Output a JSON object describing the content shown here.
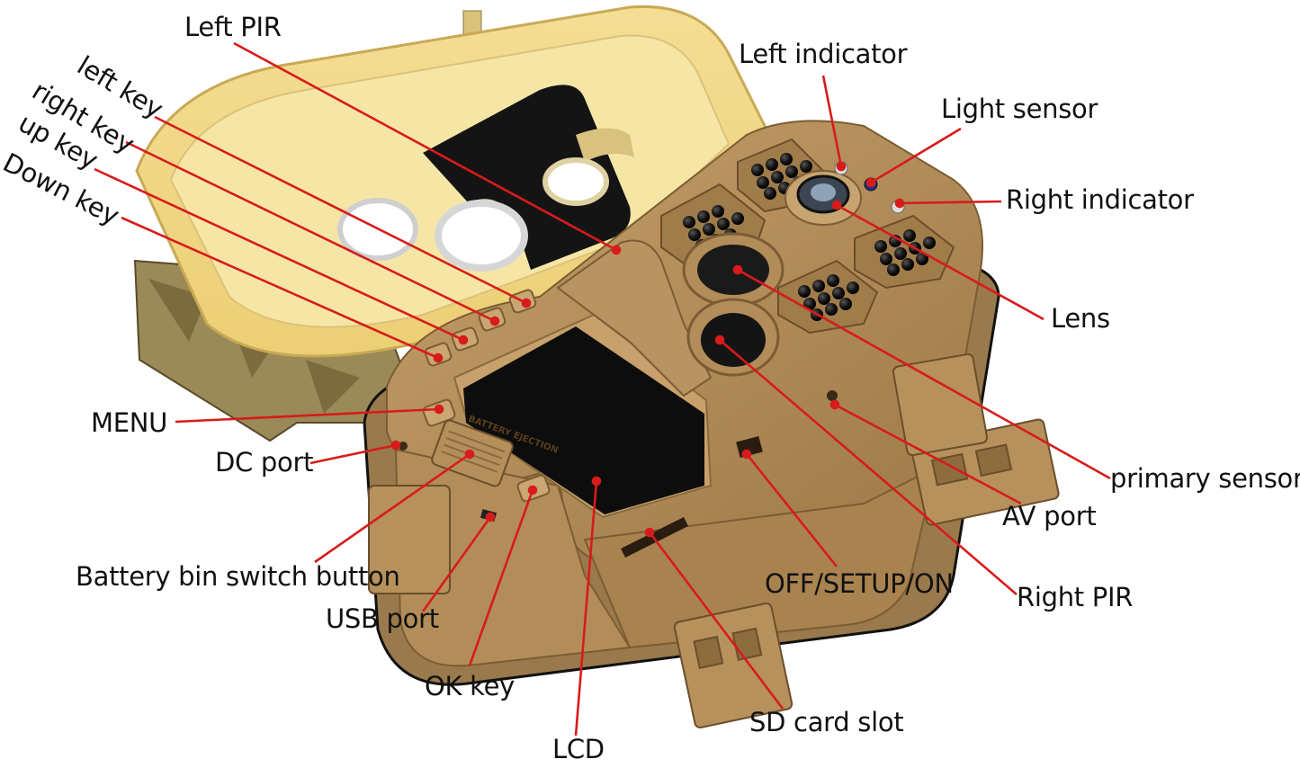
{
  "diagram": {
    "labels": {
      "left_pir": "Left PIR",
      "left_key": "left key",
      "right_key": "right key",
      "up_key": "up key",
      "down_key": "Down key",
      "left_indicator": "Left indicator",
      "light_sensor": "Light sensor",
      "right_indicator": "Right indicator",
      "lens": "Lens",
      "primary_sensor": "primary sensor",
      "av_port": "AV port",
      "right_pir": "Right PIR",
      "off_setup_on": "OFF/SETUP/ON",
      "sd_card_slot": "SD card slot",
      "lcd": "LCD",
      "ok_key": "OK key",
      "usb_port": "USB port",
      "battery_bin_switch": "Battery bin switch button",
      "dc_port": "DC port",
      "menu": "MENU"
    },
    "device_text": {
      "battery_ejection": "BATTERY EJECTION"
    },
    "colors": {
      "leader_line": "#d81b1b",
      "dot": "#d81b1b",
      "body": "#b08a55",
      "body_dark": "#8a6a3e",
      "lid": "#f3dc8f",
      "lid_inner": "#f7e6a8",
      "camo": "#9c8a55",
      "screen": "#0d0d0d",
      "ir_led": "#111111"
    }
  }
}
